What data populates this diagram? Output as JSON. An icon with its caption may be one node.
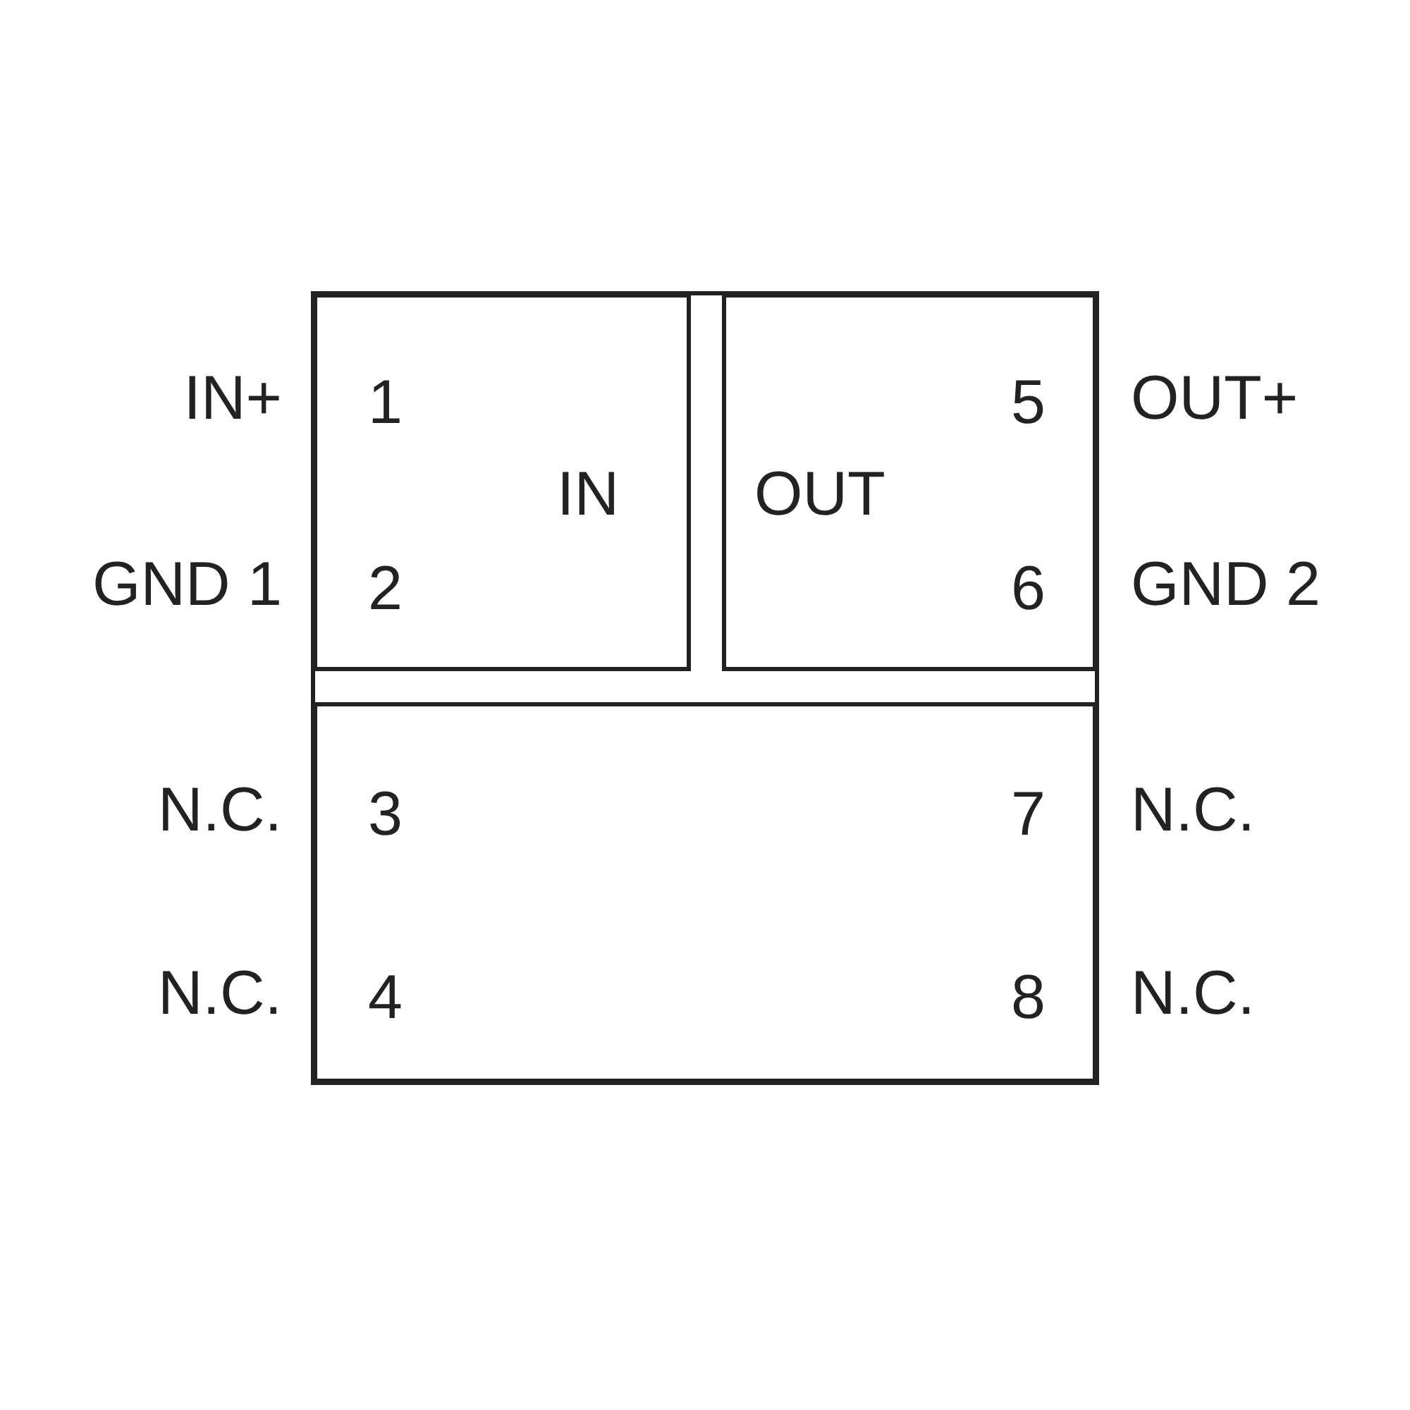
{
  "diagram": {
    "nodes": [
      {
        "text": [
          "1",
          "IN",
          "2"
        ]
      },
      {
        "text": [
          "5",
          "OUT",
          "6"
        ]
      },
      {
        "text": [
          "3",
          "4",
          "7",
          "8"
        ]
      }
    ],
    "labels": [
      "IN+",
      "OUT+",
      "GND 1",
      "GND 2",
      "N.C.",
      "N.C.",
      "N.C.",
      "N.C."
    ]
  }
}
